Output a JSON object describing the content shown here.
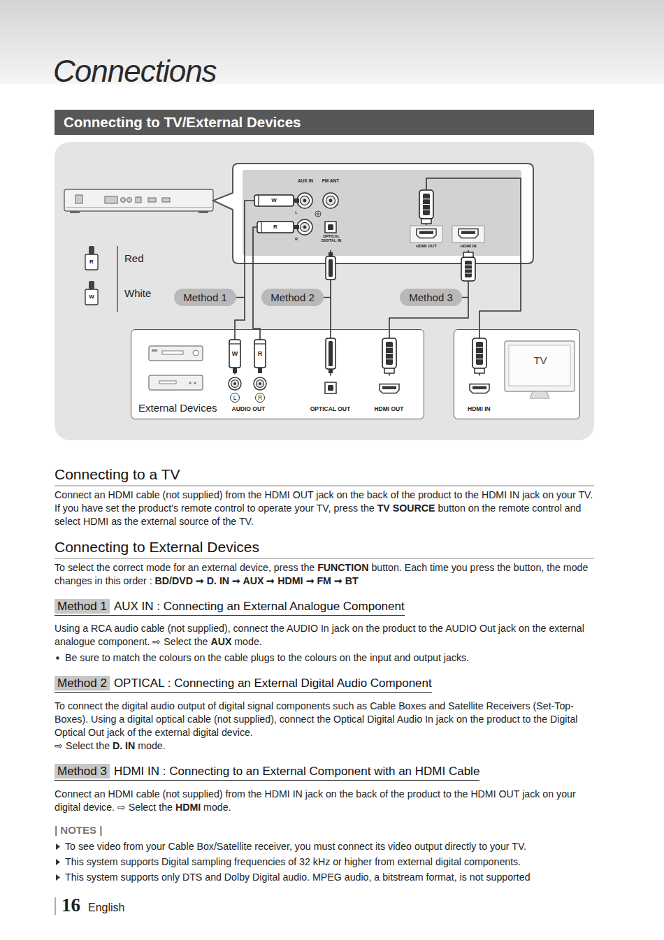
{
  "diagram": {
    "title": "Connecting to TV/External Devices",
    "nodes": [
      {
        "text": [
          "AUX IN"
        ]
      },
      {
        "text": [
          "OPTICAL DIGITAL IN"
        ]
      },
      {
        "text": [
          "HDMI OUT"
        ]
      },
      {
        "text": [
          "HDMI IN"
        ]
      },
      {
        "text": [
          "External Devices"
        ]
      },
      {
        "text": [
          "AUDIO OUT"
        ],
        "in": 4
      },
      {
        "text": [
          "OPTICAL OUT"
        ],
        "in": 4
      },
      {
        "text": [
          "HDMI OUT"
        ],
        "in": 4
      },
      {
        "text": [
          "TV"
        ]
      },
      {
        "text": [
          "HDMI IN"
        ],
        "in": 8
      }
    ],
    "edges": [
      {
        "from": 0,
        "to": 5,
        "arrow": "none",
        "label": "Method 1"
      },
      {
        "from": 1,
        "to": 6,
        "arrow": "none",
        "label": "Method 2"
      },
      {
        "from": 3,
        "to": 7,
        "arrow": "none",
        "label": "Method 3"
      },
      {
        "from": 2,
        "to": 9,
        "arrow": "none"
      }
    ],
    "labels": [
      "Connections",
      "FM ANT",
      "L",
      "R",
      "W",
      "R",
      "R",
      "W",
      "W",
      "R",
      "L",
      "R",
      "Connecting to a TV",
      "Connect an HDMI cable (not supplied) from the HDMI OUT jack on the back of the product to the HDMI IN jack on your TV. If you have set the product's remote control to operate your TV, press the ",
      "TV SOURCE",
      " button on the remote control and select HDMI as the external source of the TV.",
      "Connecting to External Devices",
      "To select the correct mode for an external device, press the ",
      "FUNCTION",
      " button. Each time you press the button, the mode changes in this order : ",
      "BD/DVD ➞ D. IN ➞ AUX ➞ HDMI ➞ FM ➞ BT",
      "Method 1",
      "AUX IN : Connecting an External Analogue Component",
      "Using a RCA audio cable (not supplied), connect the AUDIO In jack on the product to the AUDIO Out jack on the external analogue component. ⇨ Select the ",
      "AUX",
      " mode.",
      "Be sure to match the colours on the cable plugs to the colours on the input and output jacks.",
      "Method 2",
      "OPTICAL : Connecting an External Digital Audio Component",
      "To connect the digital audio output of digital signal components such as Cable Boxes and Satellite Receivers (Set-Top-Boxes). Using a digital optical cable (not supplied), connect the Optical Digital Audio In jack on the product to the Digital Optical Out jack of the external digital device.",
      "⇨ Select the ",
      "D. IN",
      " mode.",
      "Method 3",
      "HDMI IN : Connecting to an External Component with an HDMI Cable",
      "Connect an HDMI cable (not supplied) from the HDMI IN jack on the back of the product to the HDMI OUT jack on your digital device. ⇨ Select the ",
      "HDMI",
      " mode.",
      "| NOTES |",
      "To see video from your Cable Box/Satellite receiver, you must connect its video output directly to your TV.",
      "This system supports Digital sampling frequencies of 32 kHz or higher from external digital components.",
      "This system supports only DTS and Dolby Digital audio. MPEG audio, a bitstream format, is not supported",
      "16",
      "English"
    ],
    "legend": [
      {
        "text": "Red"
      },
      {
        "text": "White"
      }
    ]
  }
}
